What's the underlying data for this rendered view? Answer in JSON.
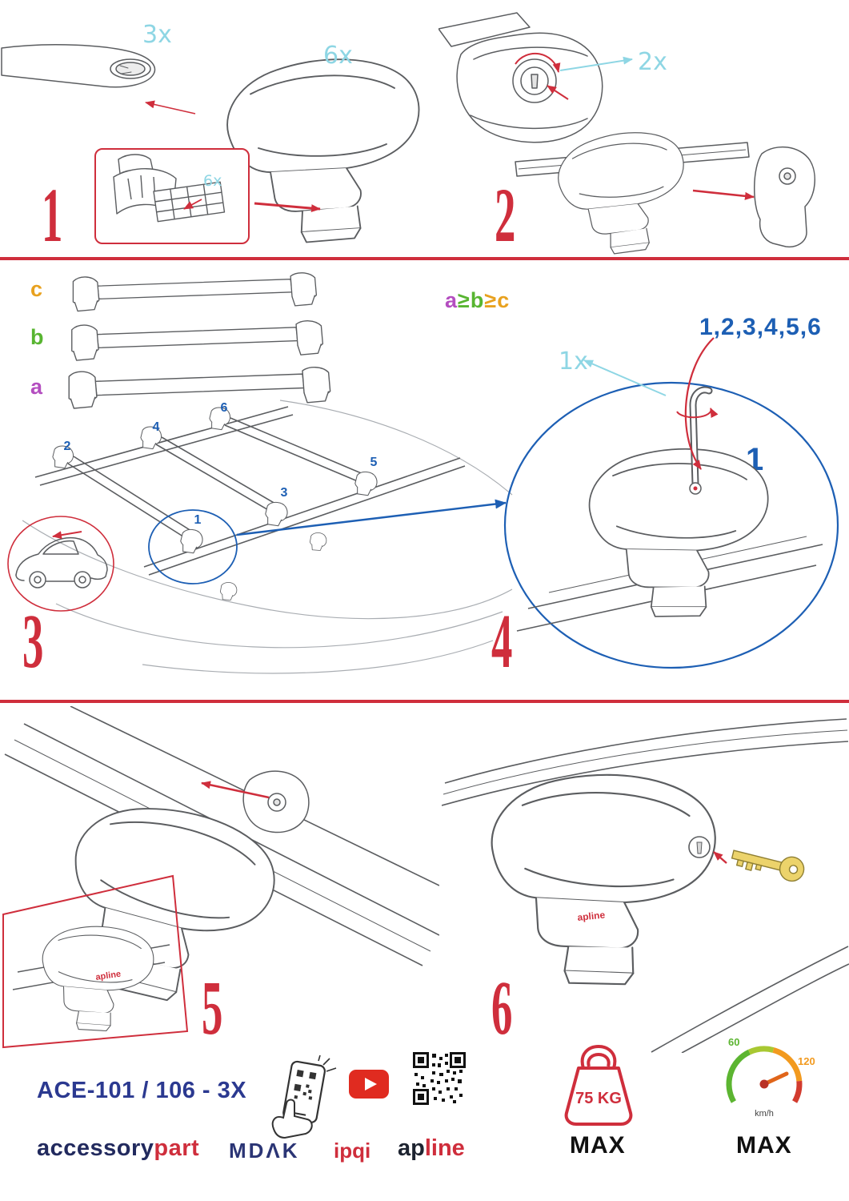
{
  "steps": {
    "s1": {
      "number": "1",
      "qty_bar": "3x",
      "qty_foot": "6x",
      "qty_pads": "6x"
    },
    "s2": {
      "number": "2",
      "qty_keys": "2x"
    },
    "s3": {
      "number": "3",
      "size_a": "a",
      "size_b": "b",
      "size_c": "c",
      "formula": {
        "a": "a",
        "ge1": "≥",
        "b": "b",
        "ge2": "≥",
        "c": "c"
      },
      "pos": {
        "p1": "1",
        "p2": "2",
        "p3": "3",
        "p4": "4",
        "p5": "5",
        "p6": "6"
      }
    },
    "s4": {
      "number": "4",
      "qty_tool": "1x",
      "sequence": "1,2,3,4,5,6",
      "first": "1"
    },
    "s5": {
      "number": "5"
    },
    "s6": {
      "number": "6"
    }
  },
  "footer": {
    "model": "ACE-101 / 106 - 3X",
    "brand_accessory": "accessory",
    "brand_part": "part",
    "mdak": "MDΛK",
    "ipqi": "ipqi",
    "apline_ap": "ap",
    "apline_line": "line",
    "apline_logo": "apline",
    "weight_value": "75 KG",
    "weight_max_label": "MAX",
    "speed_60": "60",
    "speed_120": "120",
    "speed_unit": "km/h",
    "speed_max_label": "MAX"
  },
  "colors": {
    "red": "#cf2e3c",
    "cyan": "#8ed6e4",
    "blue": "#1d5fb4",
    "navy": "#2b3990",
    "purple": "#b44ec0",
    "green": "#58b531",
    "orange": "#e8a11e"
  }
}
